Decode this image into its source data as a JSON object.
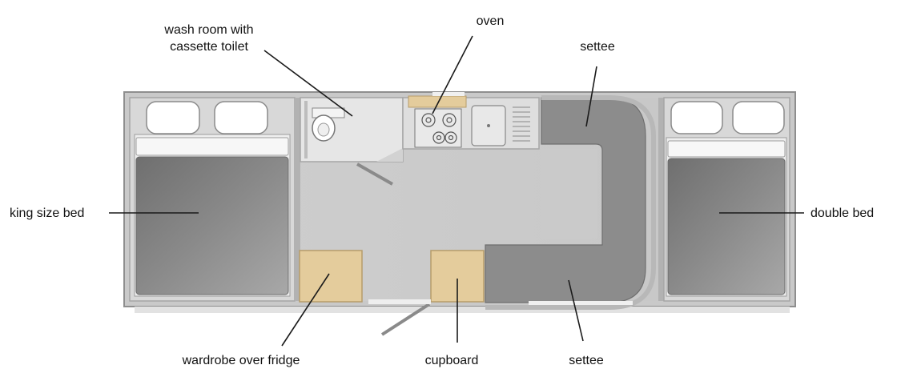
{
  "labels": {
    "wash_room_line1": "wash room with",
    "wash_room_line2": "cassette toilet",
    "oven": "oven",
    "settee_top": "settee",
    "king_size_bed": "king size bed",
    "double_bed": "double bed",
    "wardrobe": "wardrobe over fridge",
    "cupboard": "cupboard",
    "settee_bottom": "settee"
  },
  "colors": {
    "outer_wall": "#9a9a9a",
    "floor": "#cdcdcd",
    "interior_panel": "#d6d6d6",
    "mattress": "#7e7e7e",
    "settee": "#8c8c8c",
    "timber": "#e4cc9c",
    "pillow": "#ffffff",
    "leader": "#1a1a1a"
  }
}
